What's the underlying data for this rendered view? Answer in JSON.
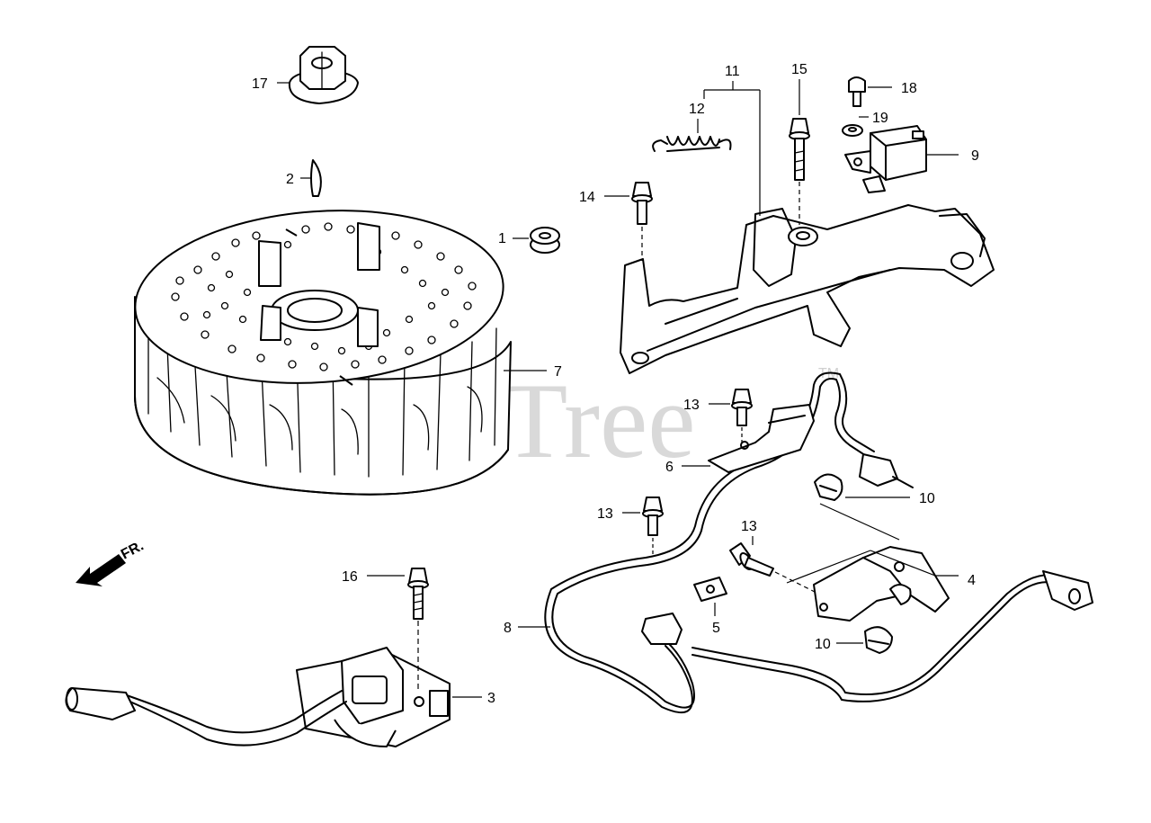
{
  "watermark": {
    "text": "PartsTree",
    "trademark": "TM"
  },
  "direction_marker": {
    "label": "FR."
  },
  "callouts": [
    {
      "id": "c1",
      "label": "1"
    },
    {
      "id": "c2",
      "label": "2"
    },
    {
      "id": "c3",
      "label": "3"
    },
    {
      "id": "c4",
      "label": "4"
    },
    {
      "id": "c5",
      "label": "5"
    },
    {
      "id": "c6",
      "label": "6"
    },
    {
      "id": "c7",
      "label": "7"
    },
    {
      "id": "c8",
      "label": "8"
    },
    {
      "id": "c9",
      "label": "9"
    },
    {
      "id": "c10a",
      "label": "10"
    },
    {
      "id": "c10b",
      "label": "10"
    },
    {
      "id": "c11",
      "label": "11"
    },
    {
      "id": "c12",
      "label": "12"
    },
    {
      "id": "c13a",
      "label": "13"
    },
    {
      "id": "c13b",
      "label": "13"
    },
    {
      "id": "c13c",
      "label": "13"
    },
    {
      "id": "c14",
      "label": "14"
    },
    {
      "id": "c15",
      "label": "15"
    },
    {
      "id": "c16",
      "label": "16"
    },
    {
      "id": "c17",
      "label": "17"
    },
    {
      "id": "c18",
      "label": "18"
    },
    {
      "id": "c19",
      "label": "19"
    }
  ]
}
